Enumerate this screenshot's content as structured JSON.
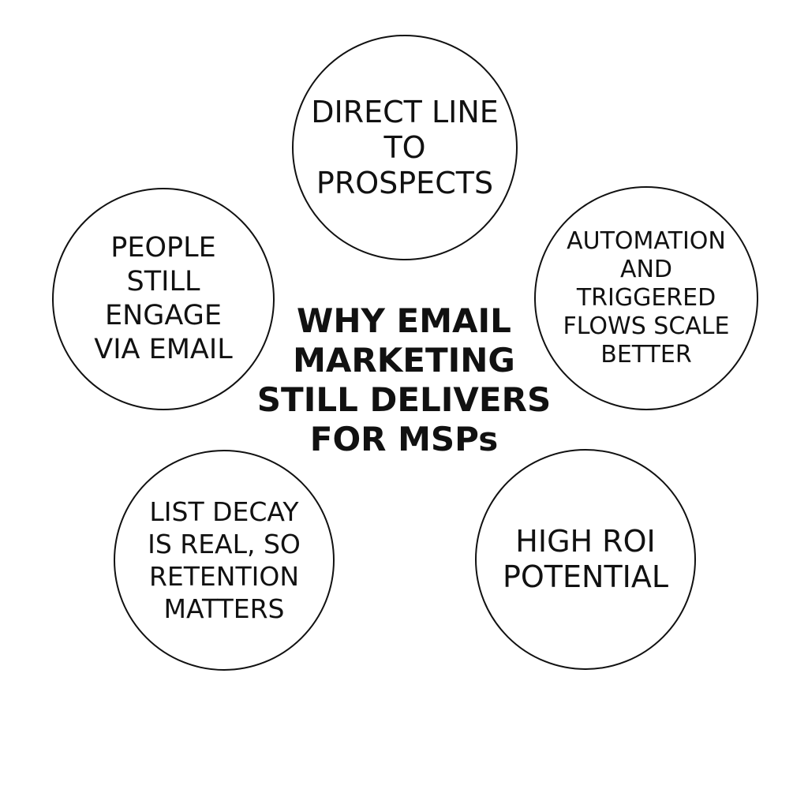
{
  "title": "WHY EMAIL MARKETING STILL DELIVERS FOR MSPs",
  "nodes": [
    {
      "label": "DIRECT LINE TO PROSPECTS"
    },
    {
      "label": "AUTOMATION AND TRIGGERED FLOWS SCALE BETTER"
    },
    {
      "label": "HIGH ROI POTENTIAL"
    },
    {
      "label": "LIST DECAY IS REAL, SO RETENTION MATTERS"
    },
    {
      "label": "PEOPLE STILL ENGAGE VIA EMAIL"
    }
  ]
}
